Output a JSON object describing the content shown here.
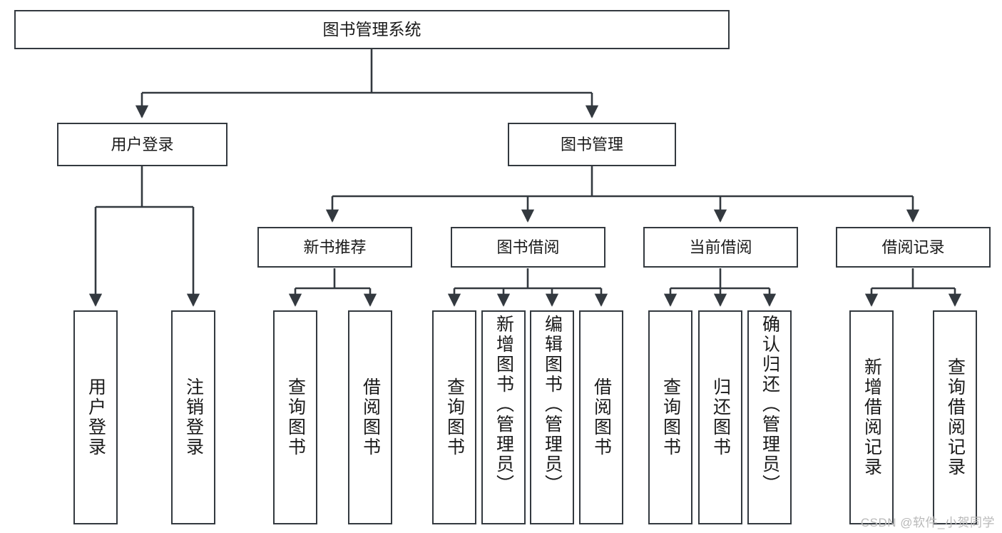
{
  "diagram": {
    "title": "图书管理系统",
    "watermark": "CSDN @软件_小贺同学",
    "colors": {
      "stroke": "#33393f",
      "fill": "#ffffff",
      "text": "#1a1a1a",
      "watermark": "#b9b9b9"
    },
    "root": {
      "label": "图书管理系统"
    },
    "level2": [
      {
        "id": "user-login",
        "label": "用户登录"
      },
      {
        "id": "book-manage",
        "label": "图书管理"
      }
    ],
    "level3": [
      {
        "id": "new-book-rec",
        "label": "新书推荐"
      },
      {
        "id": "book-borrow",
        "label": "图书借阅"
      },
      {
        "id": "current-borrow",
        "label": "当前借阅"
      },
      {
        "id": "borrow-record",
        "label": "借阅记录"
      }
    ],
    "leaves": [
      {
        "id": "leaf-user-login",
        "label": "用户登录",
        "parent": "user-login"
      },
      {
        "id": "leaf-logout",
        "label": "注销登录",
        "parent": "user-login"
      },
      {
        "id": "leaf-query-book-1",
        "label": "查询图书",
        "parent": "new-book-rec"
      },
      {
        "id": "leaf-borrow-book-1",
        "label": "借阅图书",
        "parent": "new-book-rec"
      },
      {
        "id": "leaf-query-book-2",
        "label": "查询图书",
        "parent": "book-borrow"
      },
      {
        "id": "leaf-add-book",
        "label": "新增图书（管理员）",
        "parent": "book-borrow"
      },
      {
        "id": "leaf-edit-book",
        "label": "编辑图书（管理员）",
        "parent": "book-borrow"
      },
      {
        "id": "leaf-borrow-book-2",
        "label": "借阅图书",
        "parent": "book-borrow"
      },
      {
        "id": "leaf-query-book-3",
        "label": "查询图书",
        "parent": "current-borrow"
      },
      {
        "id": "leaf-return-book",
        "label": "归还图书",
        "parent": "current-borrow"
      },
      {
        "id": "leaf-confirm-return",
        "label": "确认归还（管理员）",
        "parent": "current-borrow"
      },
      {
        "id": "leaf-add-record",
        "label": "新增借阅记录",
        "parent": "borrow-record"
      },
      {
        "id": "leaf-query-record",
        "label": "查询借阅记录",
        "parent": "borrow-record"
      }
    ]
  }
}
